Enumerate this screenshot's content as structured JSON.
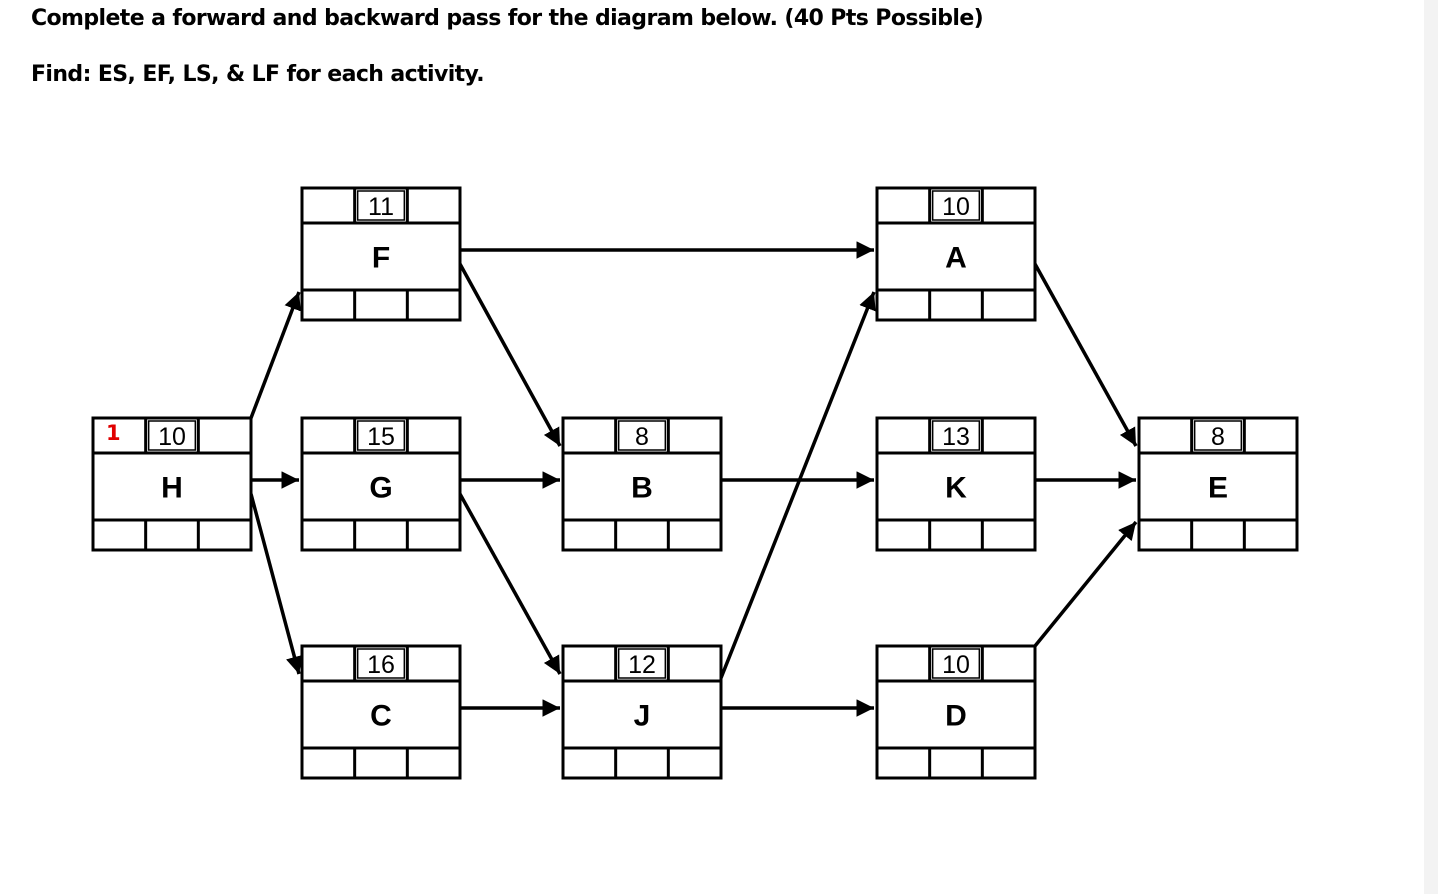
{
  "header": {
    "line1": "Complete a forward and backward pass for the diagram below. (40 Pts Possible)",
    "line2": "Find: ES, EF, LS, & LF for each activity."
  },
  "annotation": {
    "text": "1",
    "color": "#e00000"
  },
  "activities": [
    {
      "id": "F",
      "name": "F",
      "duration": "11"
    },
    {
      "id": "A",
      "name": "A",
      "duration": "10"
    },
    {
      "id": "H",
      "name": "H",
      "duration": "10"
    },
    {
      "id": "G",
      "name": "G",
      "duration": "15"
    },
    {
      "id": "B",
      "name": "B",
      "duration": "8"
    },
    {
      "id": "K",
      "name": "K",
      "duration": "13"
    },
    {
      "id": "E",
      "name": "E",
      "duration": "8"
    },
    {
      "id": "C",
      "name": "C",
      "duration": "16"
    },
    {
      "id": "J",
      "name": "J",
      "duration": "12"
    },
    {
      "id": "D",
      "name": "D",
      "duration": "10"
    }
  ],
  "edges": [
    {
      "from": "H",
      "to": "F"
    },
    {
      "from": "H",
      "to": "G"
    },
    {
      "from": "H",
      "to": "C"
    },
    {
      "from": "F",
      "to": "A"
    },
    {
      "from": "F",
      "to": "B"
    },
    {
      "from": "G",
      "to": "B"
    },
    {
      "from": "G",
      "to": "J"
    },
    {
      "from": "C",
      "to": "J"
    },
    {
      "from": "B",
      "to": "K"
    },
    {
      "from": "J",
      "to": "A"
    },
    {
      "from": "J",
      "to": "D"
    },
    {
      "from": "A",
      "to": "E"
    },
    {
      "from": "K",
      "to": "E"
    },
    {
      "from": "D",
      "to": "E"
    }
  ]
}
